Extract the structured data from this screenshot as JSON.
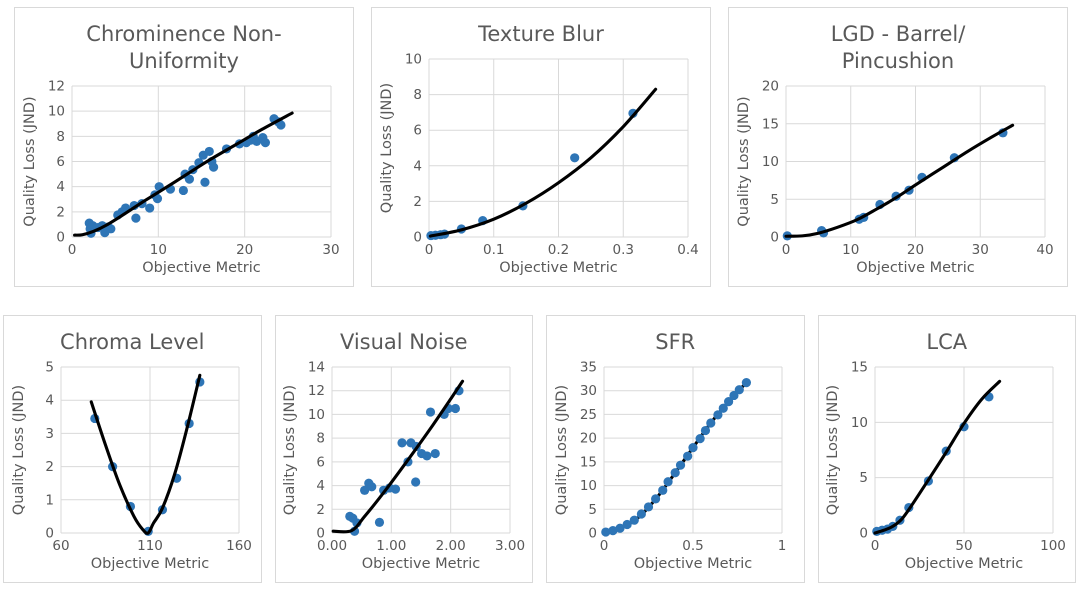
{
  "page": {
    "background": "#ffffff"
  },
  "colors": {
    "marker": "#2E75B6",
    "trend_line": "#000000",
    "gridline": "#D9D9D9",
    "panel_border": "#D9D9D9",
    "text": "#595959"
  },
  "chart_data": [
    {
      "type": "scatter",
      "title": "Chrominence Non-\nUniformity",
      "xlabel": "Objective Metric",
      "ylabel": "Quality Loss (JND)",
      "xlim": [
        0,
        30
      ],
      "ylim": [
        0,
        12
      ],
      "xticks": [
        0,
        10,
        20,
        30
      ],
      "xtick_labels": [
        "0",
        "10",
        "20",
        "30"
      ],
      "yticks": [
        0,
        2,
        4,
        6,
        8,
        10,
        12
      ],
      "ytick_labels": [
        "0",
        "2",
        "4",
        "6",
        "8",
        "10",
        "12"
      ],
      "grid": true,
      "legend": false,
      "trend_on_top": true,
      "points": [
        [
          2,
          1.1
        ],
        [
          2.1,
          0.65
        ],
        [
          2.2,
          0.3
        ],
        [
          2.4,
          0.9
        ],
        [
          3,
          0.75
        ],
        [
          3.5,
          0.9
        ],
        [
          3.8,
          0.35
        ],
        [
          4.2,
          0.8
        ],
        [
          4.5,
          0.65
        ],
        [
          5.3,
          1.75
        ],
        [
          5.8,
          2.0
        ],
        [
          6.2,
          2.3
        ],
        [
          7.2,
          2.5
        ],
        [
          7.4,
          1.5
        ],
        [
          8.1,
          2.65
        ],
        [
          9,
          2.3
        ],
        [
          9.6,
          3.35
        ],
        [
          9.9,
          3.05
        ],
        [
          10.1,
          4.0
        ],
        [
          11.4,
          3.8
        ],
        [
          12.9,
          3.7
        ],
        [
          13.1,
          5.0
        ],
        [
          13.6,
          4.6
        ],
        [
          14,
          5.35
        ],
        [
          14.7,
          5.9
        ],
        [
          15.2,
          6.5
        ],
        [
          15.4,
          4.35
        ],
        [
          15.9,
          6.8
        ],
        [
          16.2,
          6.0
        ],
        [
          16.4,
          5.55
        ],
        [
          17.9,
          7.0
        ],
        [
          19.4,
          7.4
        ],
        [
          20.2,
          7.5
        ],
        [
          20.7,
          7.7
        ],
        [
          21,
          8.0
        ],
        [
          21.4,
          7.6
        ],
        [
          22.1,
          7.9
        ],
        [
          22.4,
          7.5
        ],
        [
          23.4,
          9.4
        ],
        [
          23.9,
          9.15
        ],
        [
          24.2,
          8.9
        ]
      ],
      "trend": [
        [
          0.3,
          0.15
        ],
        [
          1.2,
          0.18
        ],
        [
          2.5,
          0.45
        ],
        [
          4,
          0.95
        ],
        [
          6,
          1.8
        ],
        [
          8,
          2.7
        ],
        [
          10,
          3.55
        ],
        [
          13,
          4.85
        ],
        [
          16,
          6.15
        ],
        [
          19,
          7.35
        ],
        [
          22,
          8.55
        ],
        [
          25.5,
          9.85
        ]
      ]
    },
    {
      "type": "scatter",
      "title": "Texture Blur",
      "xlabel": "Objective Metric",
      "ylabel": "Quality Loss (JND)",
      "xlim": [
        0,
        0.4
      ],
      "ylim": [
        0,
        10
      ],
      "xticks": [
        0,
        0.1,
        0.2,
        0.3,
        0.4
      ],
      "xtick_labels": [
        "0",
        "0.1",
        "0.2",
        "0.3",
        "0.4"
      ],
      "yticks": [
        0,
        2,
        4,
        6,
        8,
        10
      ],
      "ytick_labels": [
        "0",
        "2",
        "4",
        "6",
        "8",
        "10"
      ],
      "grid": true,
      "legend": false,
      "trend_on_top": true,
      "points": [
        [
          0.003,
          0.08
        ],
        [
          0.01,
          0.1
        ],
        [
          0.018,
          0.13
        ],
        [
          0.024,
          0.16
        ],
        [
          0.05,
          0.45
        ],
        [
          0.083,
          0.92
        ],
        [
          0.145,
          1.75
        ],
        [
          0.225,
          4.45
        ],
        [
          0.315,
          6.95
        ]
      ],
      "trend": [
        [
          0.002,
          0.05
        ],
        [
          0.05,
          0.4
        ],
        [
          0.1,
          1.0
        ],
        [
          0.15,
          1.9
        ],
        [
          0.2,
          3.05
        ],
        [
          0.25,
          4.45
        ],
        [
          0.3,
          6.2
        ],
        [
          0.35,
          8.3
        ]
      ]
    },
    {
      "type": "scatter",
      "title": "LGD - Barrel/\nPincushion",
      "xlabel": "Objective Metric",
      "ylabel": "Quality Loss (JND)",
      "xlim": [
        0,
        40
      ],
      "ylim": [
        0,
        20
      ],
      "xticks": [
        0,
        10,
        20,
        30,
        40
      ],
      "xtick_labels": [
        "0",
        "10",
        "20",
        "30",
        "40"
      ],
      "yticks": [
        0,
        5,
        10,
        15,
        20
      ],
      "ytick_labels": [
        "0",
        "5",
        "10",
        "15",
        "20"
      ],
      "grid": true,
      "legend": false,
      "trend_on_top": true,
      "points": [
        [
          0.2,
          0.15
        ],
        [
          5.5,
          0.85
        ],
        [
          5.8,
          0.55
        ],
        [
          11.3,
          2.35
        ],
        [
          12,
          2.6
        ],
        [
          14.5,
          4.3
        ],
        [
          17,
          5.4
        ],
        [
          19,
          6.2
        ],
        [
          21,
          7.9
        ],
        [
          26,
          10.5
        ],
        [
          33.5,
          13.8
        ]
      ],
      "trend": [
        [
          0,
          0.1
        ],
        [
          2.5,
          0.15
        ],
        [
          5,
          0.5
        ],
        [
          8,
          1.3
        ],
        [
          11,
          2.3
        ],
        [
          14,
          3.7
        ],
        [
          17,
          5.2
        ],
        [
          20,
          6.9
        ],
        [
          24,
          9.1
        ],
        [
          28,
          11.3
        ],
        [
          31.5,
          13.1
        ],
        [
          35,
          14.8
        ]
      ]
    },
    {
      "type": "scatter",
      "title": "Chroma Level",
      "xlabel": "Objective Metric",
      "ylabel": "Quality Loss (JND)",
      "xlim": [
        60,
        160
      ],
      "ylim": [
        0,
        5
      ],
      "xticks": [
        60,
        110,
        160
      ],
      "xtick_labels": [
        "60",
        "110",
        "160"
      ],
      "yticks": [
        0,
        1,
        2,
        3,
        4,
        5
      ],
      "ytick_labels": [
        "0",
        "1",
        "2",
        "3",
        "4",
        "5"
      ],
      "grid": true,
      "legend": false,
      "trend_on_top": true,
      "points": [
        [
          79,
          3.45
        ],
        [
          89,
          2.0
        ],
        [
          99,
          0.8
        ],
        [
          109,
          0.05
        ],
        [
          117,
          0.7
        ],
        [
          125,
          1.65
        ],
        [
          132,
          3.3
        ],
        [
          138,
          4.55
        ]
      ],
      "trend": [
        [
          77,
          3.95
        ],
        [
          85,
          2.65
        ],
        [
          93,
          1.45
        ],
        [
          101,
          0.5
        ],
        [
          106,
          0.1
        ],
        [
          109,
          0.0
        ],
        [
          112,
          0.3
        ],
        [
          117,
          0.75
        ],
        [
          124,
          1.8
        ],
        [
          131,
          3.2
        ],
        [
          138,
          4.75
        ]
      ]
    },
    {
      "type": "scatter",
      "title": "Visual Noise",
      "xlabel": "Objective Metric",
      "ylabel": "Quality Loss (JND)",
      "xlim": [
        0,
        3
      ],
      "ylim": [
        0,
        14
      ],
      "xticks": [
        0,
        1,
        2,
        3
      ],
      "xtick_labels": [
        "0.00",
        "1.00",
        "2.00",
        "3.00"
      ],
      "yticks": [
        0,
        2,
        4,
        6,
        8,
        10,
        12,
        14
      ],
      "ytick_labels": [
        "0",
        "2",
        "4",
        "6",
        "8",
        "10",
        "12",
        "14"
      ],
      "grid": true,
      "legend": false,
      "trend_on_top": true,
      "points": [
        [
          0.3,
          1.4
        ],
        [
          0.35,
          1.25
        ],
        [
          0.38,
          0.15
        ],
        [
          0.42,
          0.85
        ],
        [
          0.55,
          3.6
        ],
        [
          0.62,
          4.2
        ],
        [
          0.67,
          3.9
        ],
        [
          0.8,
          0.9
        ],
        [
          0.87,
          3.6
        ],
        [
          0.97,
          3.8
        ],
        [
          1.07,
          3.7
        ],
        [
          1.18,
          7.6
        ],
        [
          1.28,
          6.0
        ],
        [
          1.33,
          7.6
        ],
        [
          1.41,
          4.3
        ],
        [
          1.42,
          7.3
        ],
        [
          1.51,
          6.7
        ],
        [
          1.6,
          6.5
        ],
        [
          1.66,
          10.2
        ],
        [
          1.74,
          6.7
        ],
        [
          1.89,
          10.0
        ],
        [
          1.96,
          10.5
        ],
        [
          2.08,
          10.5
        ],
        [
          2.14,
          12.0
        ]
      ],
      "trend": [
        [
          0.02,
          0.15
        ],
        [
          0.33,
          0.2
        ],
        [
          0.55,
          1.4
        ],
        [
          0.9,
          3.6
        ],
        [
          1.3,
          6.3
        ],
        [
          1.7,
          9.1
        ],
        [
          2.0,
          11.3
        ],
        [
          2.2,
          12.8
        ]
      ]
    },
    {
      "type": "scatter",
      "title": "SFR",
      "xlabel": "Objective Metric",
      "ylabel": "Quality Loss (JND)",
      "xlim": [
        0,
        1
      ],
      "ylim": [
        0,
        35
      ],
      "xticks": [
        0,
        0.5,
        1
      ],
      "xtick_labels": [
        "0",
        "0.5",
        "1"
      ],
      "yticks": [
        0,
        5,
        10,
        15,
        20,
        25,
        30,
        35
      ],
      "ytick_labels": [
        "0",
        "5",
        "10",
        "15",
        "20",
        "25",
        "30",
        "35"
      ],
      "grid": true,
      "legend": false,
      "trend_on_top": false,
      "points": [
        [
          0.01,
          0.2
        ],
        [
          0.05,
          0.5
        ],
        [
          0.09,
          1.0
        ],
        [
          0.13,
          1.8
        ],
        [
          0.17,
          2.7
        ],
        [
          0.21,
          4.0
        ],
        [
          0.25,
          5.5
        ],
        [
          0.29,
          7.2
        ],
        [
          0.33,
          9.0
        ],
        [
          0.36,
          10.8
        ],
        [
          0.4,
          12.7
        ],
        [
          0.43,
          14.3
        ],
        [
          0.47,
          16.2
        ],
        [
          0.5,
          18.0
        ],
        [
          0.54,
          19.9
        ],
        [
          0.57,
          21.6
        ],
        [
          0.6,
          23.2
        ],
        [
          0.64,
          24.9
        ],
        [
          0.67,
          26.3
        ],
        [
          0.7,
          27.7
        ],
        [
          0.73,
          29.0
        ],
        [
          0.76,
          30.2
        ],
        [
          0.8,
          31.7
        ]
      ],
      "trend": [
        [
          0.005,
          0.2
        ],
        [
          0.1,
          1.1
        ],
        [
          0.2,
          3.5
        ],
        [
          0.3,
          7.6
        ],
        [
          0.4,
          12.7
        ],
        [
          0.5,
          18.0
        ],
        [
          0.6,
          23.2
        ],
        [
          0.7,
          27.7
        ],
        [
          0.8,
          31.7
        ]
      ]
    },
    {
      "type": "scatter",
      "title": "LCA",
      "xlabel": "Objective Metric",
      "ylabel": "Quality Loss (JND)",
      "xlim": [
        0,
        100
      ],
      "ylim": [
        0,
        15
      ],
      "xticks": [
        0,
        50,
        100
      ],
      "xtick_labels": [
        "0",
        "50",
        "100"
      ],
      "yticks": [
        0,
        5,
        10,
        15
      ],
      "ytick_labels": [
        "0",
        "5",
        "10",
        "15"
      ],
      "grid": true,
      "legend": false,
      "trend_on_top": true,
      "points": [
        [
          1,
          0.15
        ],
        [
          4,
          0.25
        ],
        [
          7,
          0.35
        ],
        [
          10,
          0.6
        ],
        [
          14,
          1.15
        ],
        [
          19,
          2.3
        ],
        [
          30,
          4.7
        ],
        [
          40,
          7.4
        ],
        [
          50,
          9.6
        ],
        [
          64,
          12.3
        ]
      ],
      "trend": [
        [
          0,
          0.0
        ],
        [
          5,
          0.25
        ],
        [
          10,
          0.6
        ],
        [
          15,
          1.25
        ],
        [
          20,
          2.35
        ],
        [
          30,
          4.8
        ],
        [
          40,
          7.3
        ],
        [
          50,
          9.9
        ],
        [
          60,
          12.1
        ],
        [
          70,
          13.7
        ]
      ]
    }
  ]
}
